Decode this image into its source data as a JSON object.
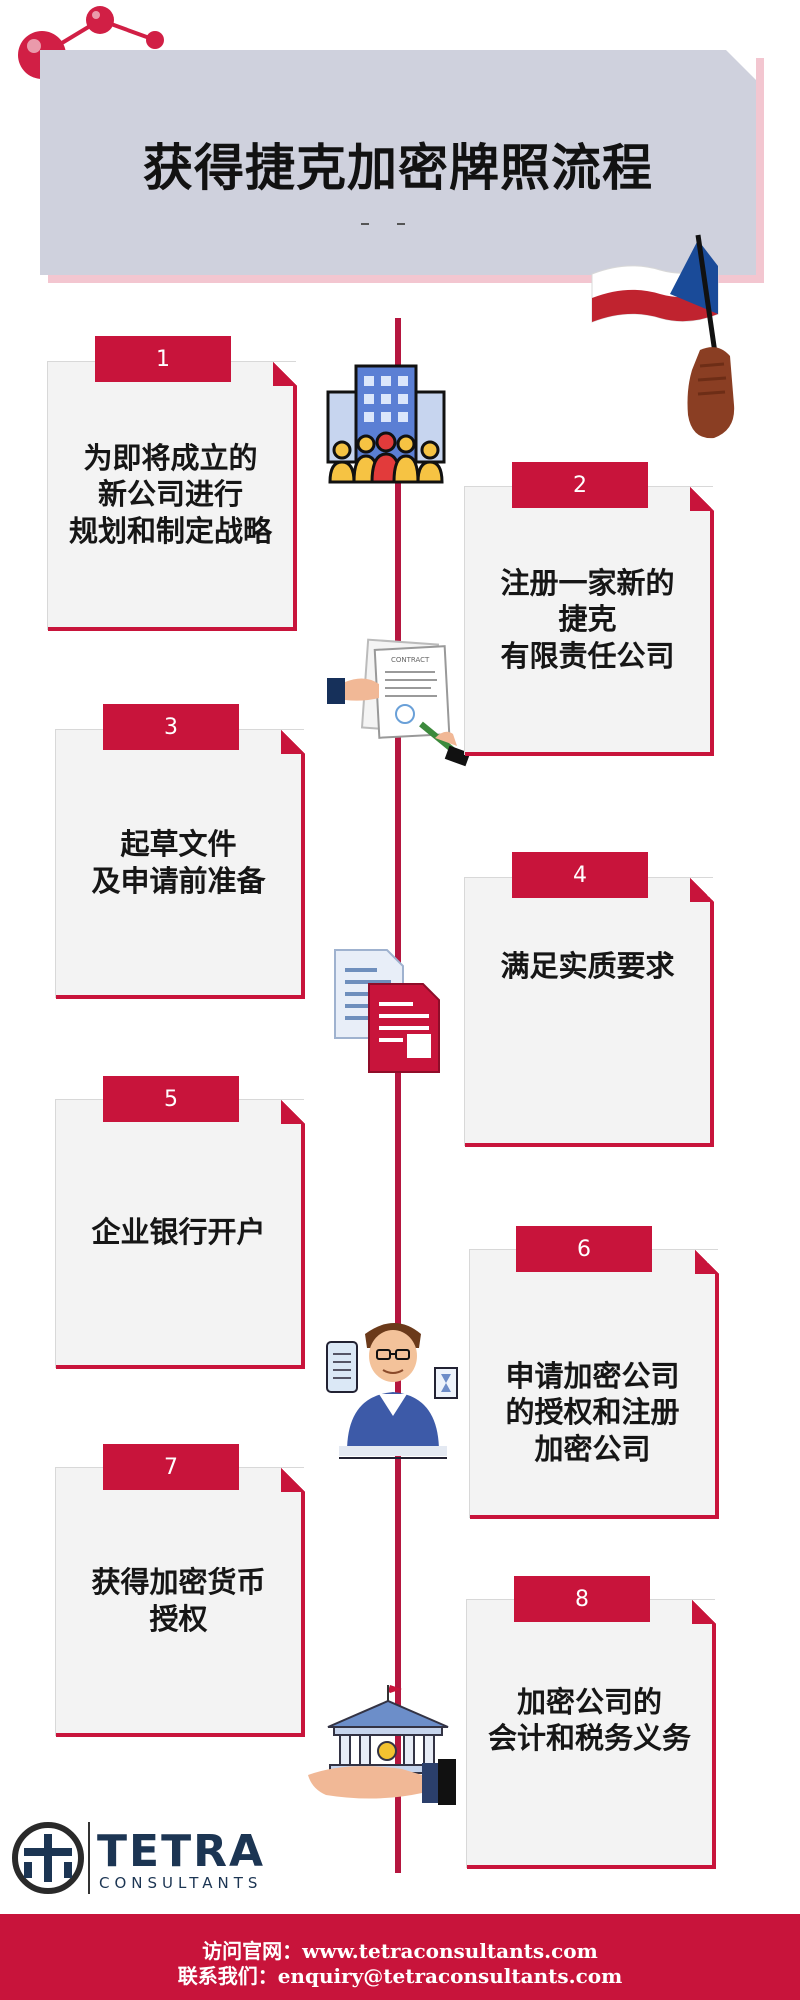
{
  "header": {
    "title": "获得捷克加密牌照流程"
  },
  "steps": [
    {
      "number": "1",
      "text": "为即将成立的\n新公司进行\n规划和制定战略"
    },
    {
      "number": "2",
      "text": "注册一家新的\n捷克\n有限责任公司"
    },
    {
      "number": "3",
      "text": "起草文件\n及申请前准备"
    },
    {
      "number": "4",
      "text": "满足实质要求"
    },
    {
      "number": "5",
      "text": "企业银行开户"
    },
    {
      "number": "6",
      "text": "申请加密公司\n的授权和注册\n加密公司"
    },
    {
      "number": "7",
      "text": "获得加密货币\n授权"
    },
    {
      "number": "8",
      "text": "加密公司的\n会计和税务义务"
    }
  ],
  "icons": {
    "molecule": "molecule-icon",
    "flag": "czech-flag-icon",
    "office": "office-building-icon",
    "contract": "contract-signing-icon",
    "documents": "documents-icon",
    "consultant": "consultant-person-icon",
    "bank": "bank-on-hand-icon"
  },
  "logo": {
    "name": "TETRA",
    "sub": "CONSULTANTS"
  },
  "footer": {
    "website": "访问官网：www.tetraconsultants.com",
    "email": "联系我们：enquiry@tetraconsultants.com"
  },
  "colors": {
    "accent": "#c8143b",
    "header_bg": "#cfd1dd",
    "card_bg": "#f3f3f3",
    "logo": "#1c3553"
  }
}
